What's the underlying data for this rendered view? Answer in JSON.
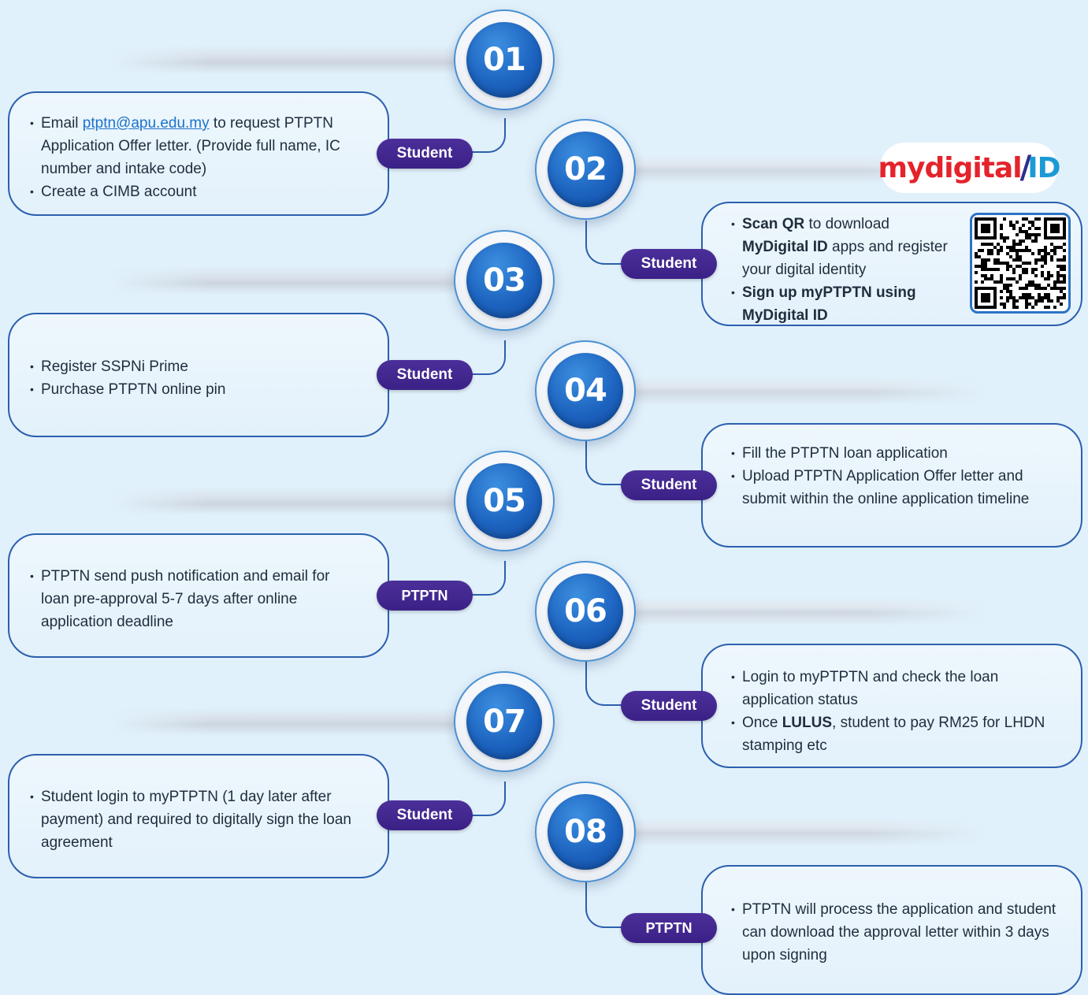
{
  "steps": [
    {
      "num": "01",
      "role": "Student",
      "items": [
        {
          "parts": [
            {
              "t": "Email "
            },
            {
              "t": "ptptn@apu.edu.my",
              "link": true
            },
            {
              "t": " to request PTPTN Application Offer letter. (Provide full name, IC number and intake code)"
            }
          ]
        },
        {
          "parts": [
            {
              "t": "Create a CIMB account"
            }
          ]
        }
      ]
    },
    {
      "num": "02",
      "role": "Student",
      "items": [
        {
          "parts": [
            {
              "t": "Scan QR",
              "b": true
            },
            {
              "t": " to download "
            },
            {
              "t": "MyDigital ID",
              "b": true
            },
            {
              "t": " apps and register your digital identity"
            }
          ]
        },
        {
          "parts": [
            {
              "t": "Sign up myPTPTN using MyDigital ID",
              "b": true
            }
          ]
        }
      ]
    },
    {
      "num": "03",
      "role": "Student",
      "items": [
        {
          "parts": [
            {
              "t": "Register SSPNi Prime"
            }
          ]
        },
        {
          "parts": [
            {
              "t": "Purchase PTPTN online pin"
            }
          ]
        }
      ]
    },
    {
      "num": "04",
      "role": "Student",
      "items": [
        {
          "parts": [
            {
              "t": "Fill the PTPTN loan application"
            }
          ]
        },
        {
          "parts": [
            {
              "t": "Upload PTPTN Application Offer letter and submit within the online application timeline"
            }
          ]
        }
      ]
    },
    {
      "num": "05",
      "role": "PTPTN",
      "items": [
        {
          "parts": [
            {
              "t": "PTPTN send push notification and email for loan pre-approval 5-7 days after online application deadline"
            }
          ]
        }
      ]
    },
    {
      "num": "06",
      "role": "Student",
      "items": [
        {
          "parts": [
            {
              "t": "Login to myPTPTN and check the loan application status"
            }
          ]
        },
        {
          "parts": [
            {
              "t": "Once "
            },
            {
              "t": "LULUS",
              "b": true
            },
            {
              "t": ", student to pay RM25 for LHDN stamping etc"
            }
          ]
        }
      ]
    },
    {
      "num": "07",
      "role": "Student",
      "items": [
        {
          "parts": [
            {
              "t": "Student login to myPTPTN (1 day later after payment) and required to digitally sign the loan agreement"
            }
          ]
        }
      ]
    },
    {
      "num": "08",
      "role": "PTPTN",
      "items": [
        {
          "parts": [
            {
              "t": "PTPTN will process the application and student can download the approval letter within 3 days upon signing"
            }
          ]
        }
      ]
    }
  ],
  "logo": {
    "text_my": "my",
    "text_digital": "digital",
    "text_id": "ID",
    "color_dark": "#2b2f8f",
    "color_red": "#e4232b",
    "color_blue": "#1b9ad6"
  },
  "colors": {
    "accent": "#1d64c0",
    "pill": "#3a2186",
    "border": "#2c5fae",
    "background": "#e1f1fb"
  }
}
